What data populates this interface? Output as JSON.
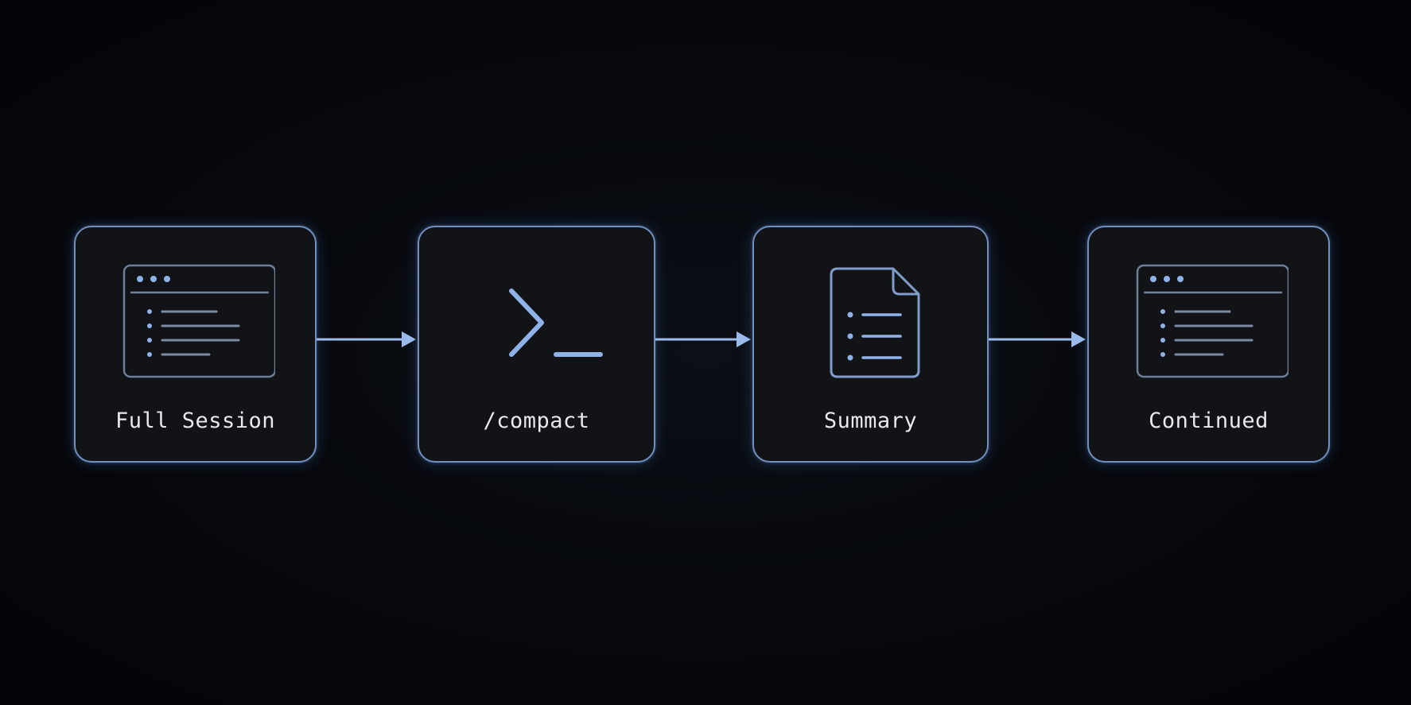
{
  "diagram": {
    "accent_color": "#6f8fbf",
    "icon_color": "#8fb3e8",
    "steps": [
      {
        "label": "Full Session",
        "icon": "terminal-window-icon"
      },
      {
        "label": "/compact",
        "icon": "command-prompt-icon"
      },
      {
        "label": "Summary",
        "icon": "document-list-icon"
      },
      {
        "label": "Continued",
        "icon": "terminal-window-icon"
      }
    ],
    "connectors": [
      {
        "from": "Full Session",
        "to": "/compact"
      },
      {
        "from": "/compact",
        "to": "Summary"
      },
      {
        "from": "Summary",
        "to": "Continued"
      }
    ]
  }
}
